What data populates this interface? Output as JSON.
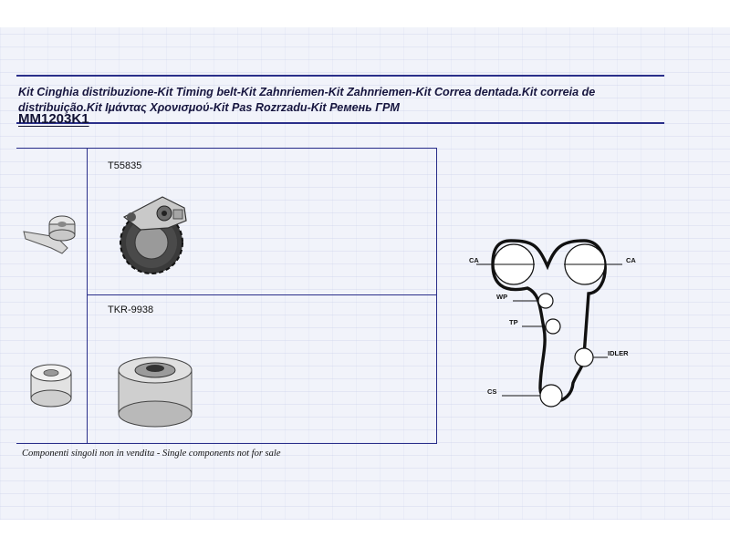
{
  "header": {
    "title": "Kit Cinghia distribuzione-Kit Timing belt-Kit Zahnriemen-Kit Zahnriemen-Kit Correa dentada.Kit correia de distribuição.Kit Ιμάντας Χρονισμού-Kit Pas Rozrzadu-Kit Ремень ГРМ",
    "kit_code": "MM1203K1"
  },
  "parts": [
    {
      "code": "T55835",
      "icon": "tensioner-pulley-icon"
    },
    {
      "code": "TKR-9938",
      "icon": "idler-pulley-icon"
    }
  ],
  "diagram": {
    "labels": {
      "ca_left": "CA",
      "ca_right": "CA",
      "wp": "WP",
      "tp": "TP",
      "idler": "IDLER",
      "cs": "CS"
    }
  },
  "footnote": "Componenti singoli non in vendita - Single components not for sale",
  "colors": {
    "rule": "#2a2f8a",
    "background": "#f1f3fa"
  }
}
